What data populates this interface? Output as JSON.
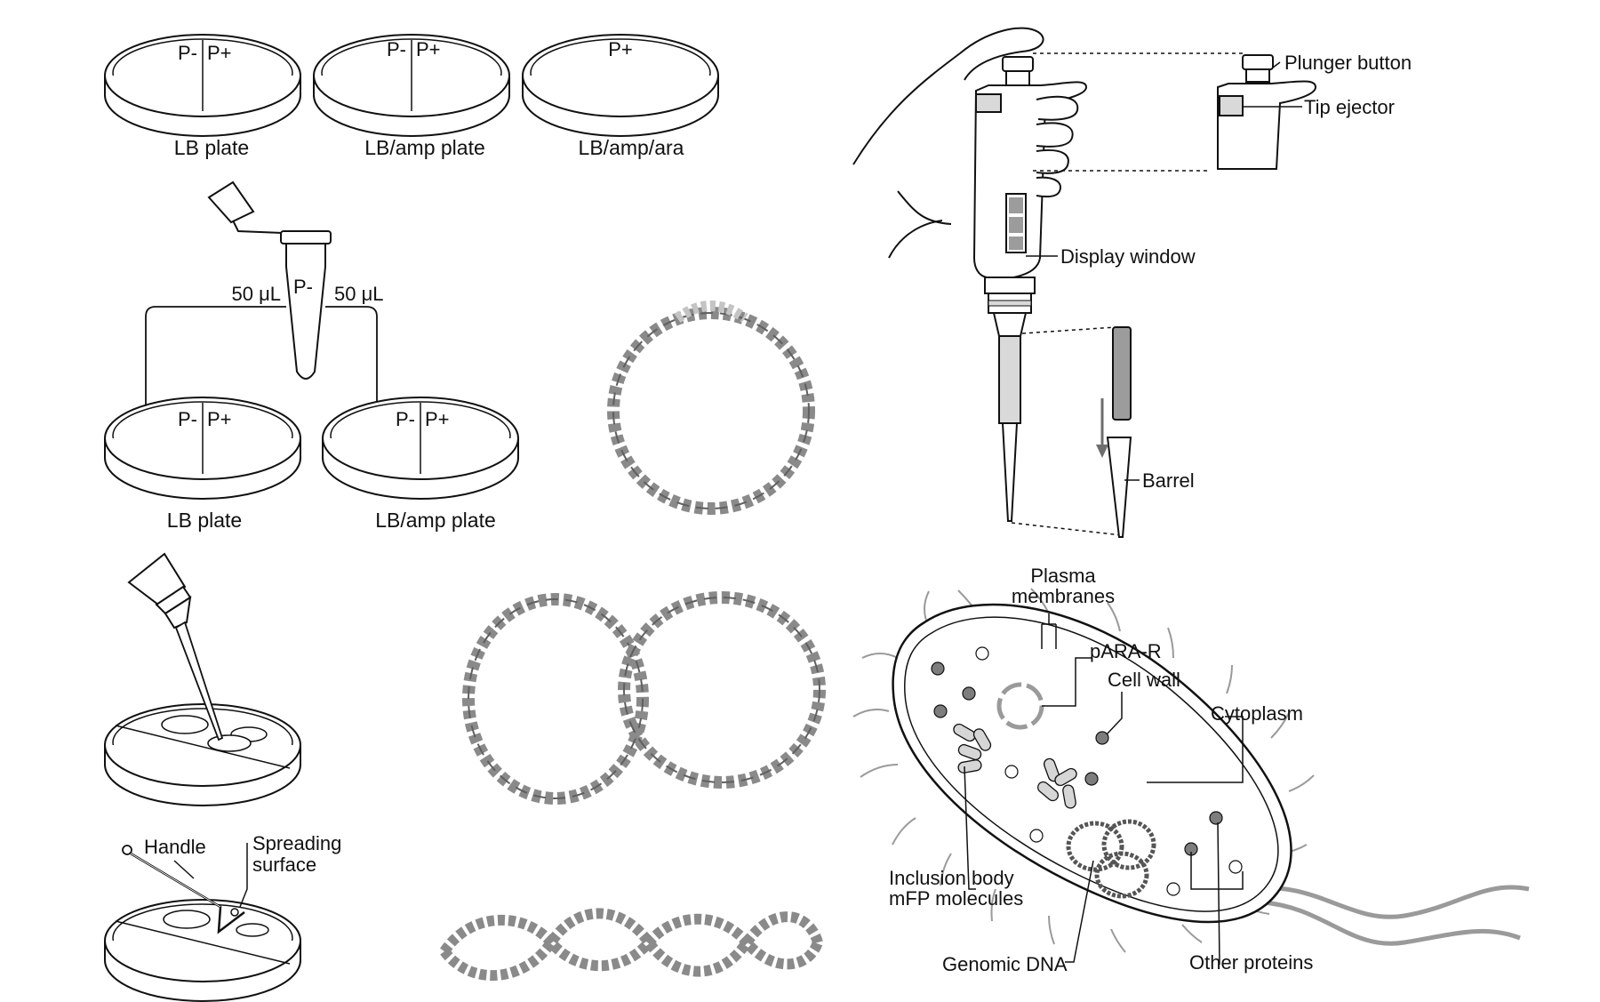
{
  "colors": {
    "ink": "#111111",
    "dna": "#8a8a8a",
    "dna_light": "#c4c4c4",
    "pipette_gray": "#d9d9d9",
    "window_gray": "#9c9c9c",
    "flagella": "#9a9a9a",
    "dot_dark": "#7d7d7d"
  },
  "plates_top": [
    {
      "marks": [
        "P-",
        "P+"
      ],
      "label": "LB plate"
    },
    {
      "marks": [
        "P-",
        "P+"
      ],
      "label": "LB/amp plate"
    },
    {
      "marks": [
        "P+"
      ],
      "label": "LB/amp/ara"
    }
  ],
  "tube": {
    "label": "P-",
    "left_volume": "50 μL",
    "right_volume": "50 μL"
  },
  "plates_bottom": [
    {
      "marks": [
        "P-",
        "P+"
      ],
      "label": "LB plate"
    },
    {
      "marks": [
        "P-",
        "P+"
      ],
      "label": "LB/amp plate"
    }
  ],
  "spreader": {
    "handle_label": "Handle",
    "surface_label_line1": "Spreading",
    "surface_label_line2": "surface"
  },
  "pipette": {
    "plunger_label": "Plunger button",
    "ejector_label": "Tip ejector",
    "window_label": "Display window",
    "barrel_label": "Barrel"
  },
  "cell": {
    "membranes_line1": "Plasma",
    "membranes_line2": "membranes",
    "plasmid_label": "pARA-R",
    "wall_label": "Cell wall",
    "cytoplasm_label": "Cytoplasm",
    "inclusion_line1": "Inclusion body",
    "inclusion_line2": "mFP molecules",
    "genomic_label": "Genomic DNA",
    "proteins_label": "Other proteins"
  },
  "icons": [
    "petri-dish",
    "microcentrifuge-tube",
    "micropipette",
    "spreader",
    "plasmid-dna",
    "bacterium"
  ]
}
